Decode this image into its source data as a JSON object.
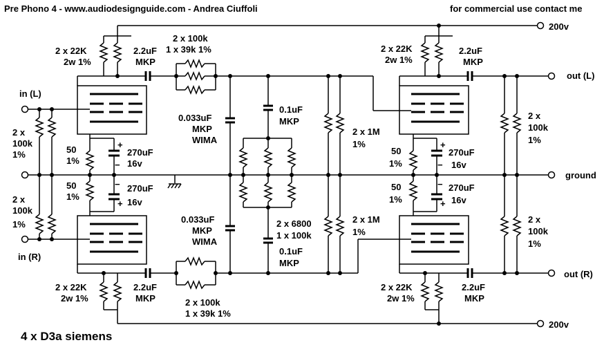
{
  "header": {
    "title_left": "Pre Phono 4 - www.audiodesignguide.com - Andrea Ciuffoli",
    "title_right": "for commercial use contact me"
  },
  "footer": {
    "caption": "4 x D3a siemens"
  },
  "terminals": {
    "in_left": "in (L)",
    "in_right": "in (R)",
    "out_left": "out (L)",
    "out_right": "out (R)",
    "ground": "ground",
    "supply_top": "200v",
    "supply_bottom": "200v"
  },
  "components": {
    "plate_res_tl": [
      "2 x 22K",
      "2w 1%"
    ],
    "plate_res_bl": [
      "2 x 22K",
      "2w 1%"
    ],
    "plate_res_tr": [
      "2 x 22K",
      "2w 1%"
    ],
    "plate_res_br": [
      "2 x 22K",
      "2w 1%"
    ],
    "cap_tl": [
      "2.2uF",
      "MKP"
    ],
    "cap_bl": [
      "2.2uF",
      "MKP"
    ],
    "cap_tr": [
      "2.2uF",
      "MKP"
    ],
    "cap_br": [
      "2.2uF",
      "MKP"
    ],
    "series_top": [
      "2 x 100k",
      "1 x 39k 1%"
    ],
    "series_bot": [
      "2 x 100k",
      "1 x 39k 1%"
    ],
    "in_res_l": [
      "2 x",
      "100k",
      "1%"
    ],
    "in_res_r": [
      "2 x",
      "100k",
      "1%"
    ],
    "cath_res_tl": [
      "50",
      "1%"
    ],
    "cath_res_bl": [
      "50",
      "1%"
    ],
    "cath_res_tr": [
      "50",
      "1%"
    ],
    "cath_res_br": [
      "50",
      "1%"
    ],
    "cath_cap_tl": [
      "270uF",
      "16v"
    ],
    "cath_cap_bl": [
      "270uF",
      "16v"
    ],
    "cath_cap_tr": [
      "270uF",
      "16v"
    ],
    "cath_cap_br": [
      "270uF",
      "16v"
    ],
    "riaa_cap_top": [
      "0.033uF",
      "MKP",
      "WIMA"
    ],
    "riaa_cap_bot": [
      "0.033uF",
      "MKP",
      "WIMA"
    ],
    "riaa_cap2_top": [
      "0.1uF",
      "MKP"
    ],
    "riaa_cap2_bot": [
      "0.1uF",
      "MKP"
    ],
    "riaa_res": [
      "2 x 6800",
      "1 x 100k"
    ],
    "grid_res_top": [
      "2 x 1M",
      "1%"
    ],
    "grid_res_bot": [
      "2 x 1M",
      "1%"
    ],
    "out_res_top": [
      "2 x",
      "100k",
      "1%"
    ],
    "out_res_bot": [
      "2 x",
      "100k",
      "1%"
    ]
  },
  "icons": [
    "resistor-icon",
    "capacitor-icon",
    "electrolytic-capacitor-icon",
    "triode-tube-icon",
    "ground-symbol-icon",
    "terminal-icon"
  ]
}
